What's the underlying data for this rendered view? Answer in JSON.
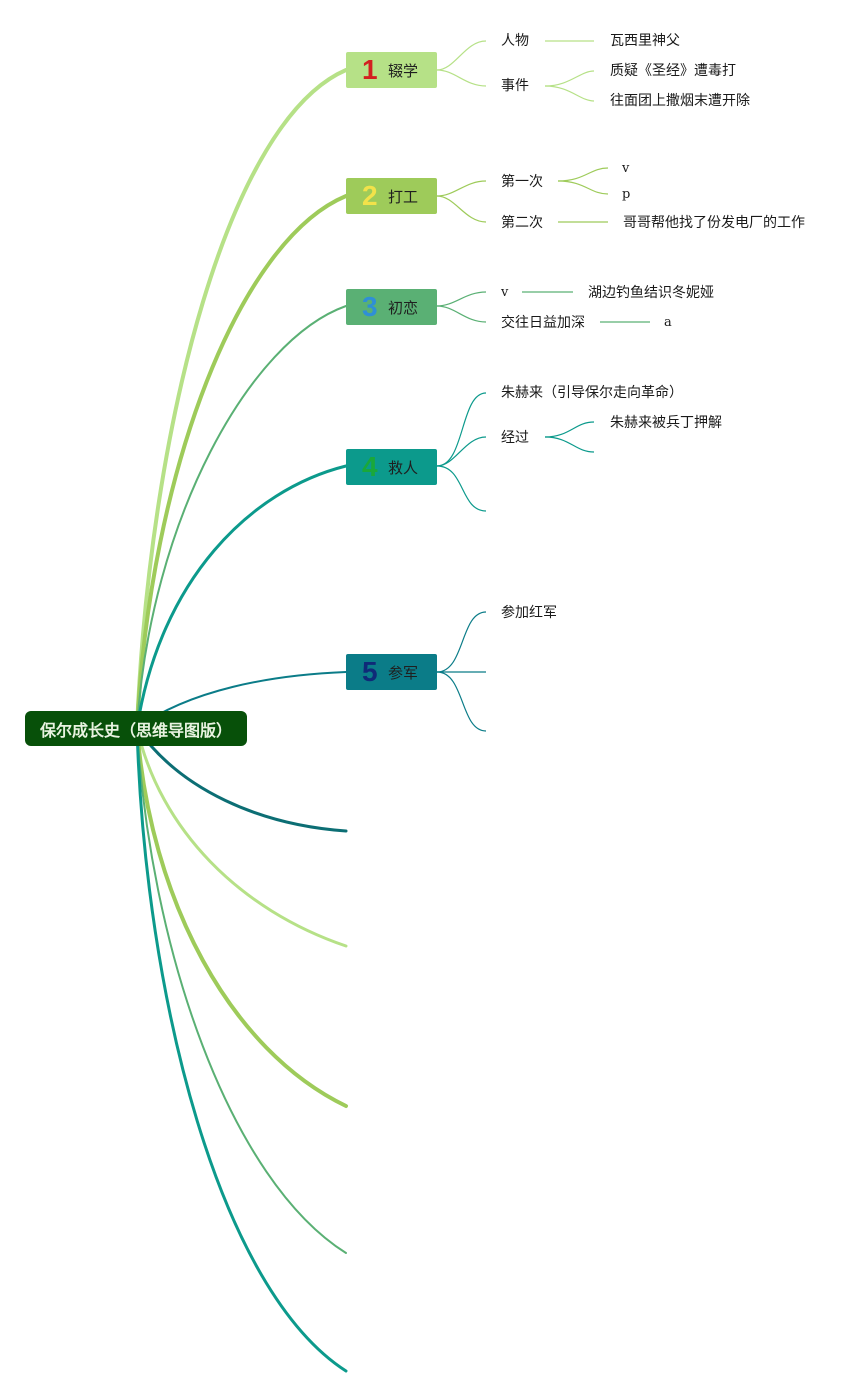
{
  "root": {
    "label": "保尔成长史（思维导图版）"
  },
  "colors": {
    "root": "#075009",
    "branch1": "#b6e187",
    "branch2": "#9ecb5a",
    "branch3": "#5ab074",
    "branch4": "#0c9a8c",
    "branch5": "#0b7c88"
  },
  "branches": [
    {
      "number": "1",
      "label": "辍学",
      "children": [
        {
          "label": "人物",
          "children": [
            {
              "label": "瓦西里神父"
            }
          ]
        },
        {
          "label": "事件",
          "children": [
            {
              "label": "质疑《圣经》遭毒打"
            },
            {
              "label": "往面团上撒烟末遭开除"
            }
          ]
        }
      ]
    },
    {
      "number": "2",
      "label": "打工",
      "children": [
        {
          "label": "第一次",
          "children": [
            {
              "label": "v"
            },
            {
              "label": "p"
            }
          ]
        },
        {
          "label": "第二次",
          "children": [
            {
              "label": "哥哥帮他找了份发电厂的工作"
            }
          ]
        }
      ]
    },
    {
      "number": "3",
      "label": "初恋",
      "children": [
        {
          "label": "v",
          "children": [
            {
              "label": "湖边钓鱼结识冬妮娅"
            }
          ]
        },
        {
          "label": "交往日益加深",
          "children": [
            {
              "label": "a"
            }
          ]
        }
      ]
    },
    {
      "number": "4",
      "label": "救人",
      "children": [
        {
          "label": "朱赫来（引导保尔走向革命）"
        },
        {
          "label": "经过",
          "children": [
            {
              "label": "朱赫来被兵丁押解"
            }
          ]
        }
      ]
    },
    {
      "number": "5",
      "label": "参军",
      "children": [
        {
          "label": "参加红军"
        }
      ]
    }
  ]
}
